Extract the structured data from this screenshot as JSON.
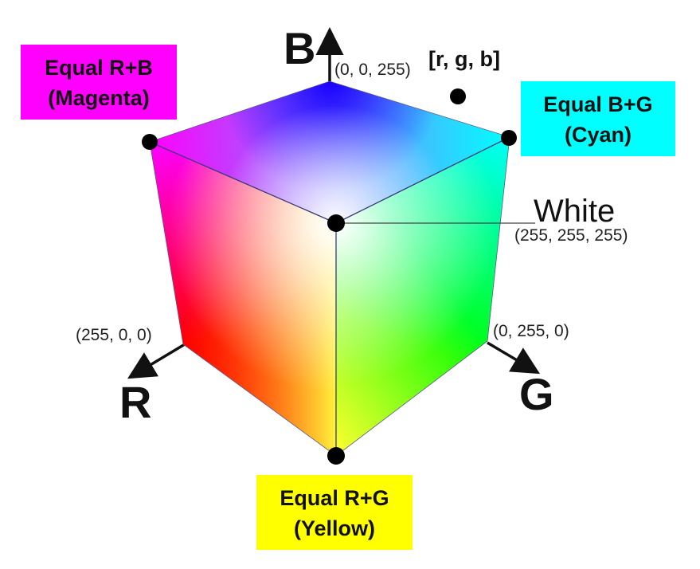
{
  "axes": {
    "b": "B",
    "r": "R",
    "g": "G"
  },
  "coords": {
    "blue": "(0, 0, 255)",
    "red": "(255, 0, 0)",
    "green": "(0, 255, 0)",
    "white": "(255, 255, 255)"
  },
  "white_label": "White",
  "point_label": "[r, g, b]",
  "boxes": {
    "magenta": {
      "line1": "Equal R+B",
      "line2": "(Magenta)",
      "color": "#ff00ff"
    },
    "cyan": {
      "line1": "Equal B+G",
      "line2": "(Cyan)",
      "color": "#00ffff"
    },
    "yellow": {
      "line1": "Equal R+G",
      "line2": "(Yellow)",
      "color": "#ffff00"
    }
  },
  "colors": {
    "red": "#ff0000",
    "green": "#00ff00",
    "blue": "#0000ff",
    "white": "#ffffff",
    "magenta": "#ff00ff",
    "cyan": "#00ffff",
    "yellow": "#ffff00"
  }
}
